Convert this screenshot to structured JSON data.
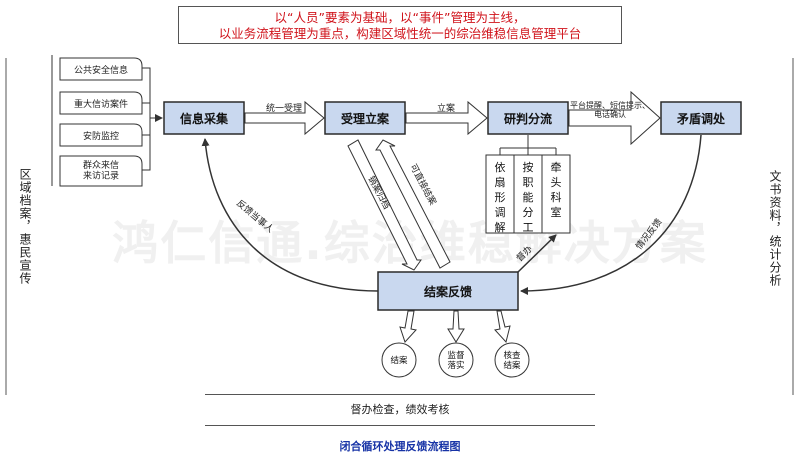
{
  "headline": {
    "line1": "以“人员”要素为基础，以“事件”管理为主线，",
    "line2": "以业务流程管理为重点，构建区域性统一的综治维稳信息管理平台"
  },
  "side": {
    "left": "区域档案，惠民宣传",
    "right": "文书资料，统计分析"
  },
  "sources": [
    "公共安全信息",
    "重大信访案件",
    "安防监控",
    "群众来信\n来访记录"
  ],
  "nodes": {
    "collect": "信息采集",
    "register": "受理立案",
    "analyze": "研判分流",
    "mediate": "矛盾调处",
    "feedback": "结案反馈"
  },
  "edge_labels": {
    "collect_register": "统一受理",
    "register_analyze": "立案",
    "analyze_mediate": "平台提醒、短信提示、\n电话确认",
    "direct_close": "可直接结案",
    "archive": "销案归档",
    "feedback_party": "反馈当事人",
    "situation_feedback": "情况反馈",
    "supervise": "督办"
  },
  "sub_tasks": [
    "依\n扇\n形\n调\n解",
    "按\n职\n能\n分\n工",
    "牵\n头\n科\n室"
  ],
  "outcomes": [
    "结案",
    "监督\n落实",
    "核查\n结案"
  ],
  "footer": "督办检查，绩效考核",
  "caption": "闭合循环处理反馈流程图",
  "watermark": "鸿仁信通.综治维稳解决方案",
  "colors": {
    "node_fill": "#c9d8ef",
    "node_border": "#2a2a2a",
    "headline_text": "#d0141c",
    "caption_text": "#1733a6",
    "line": "#333333"
  }
}
